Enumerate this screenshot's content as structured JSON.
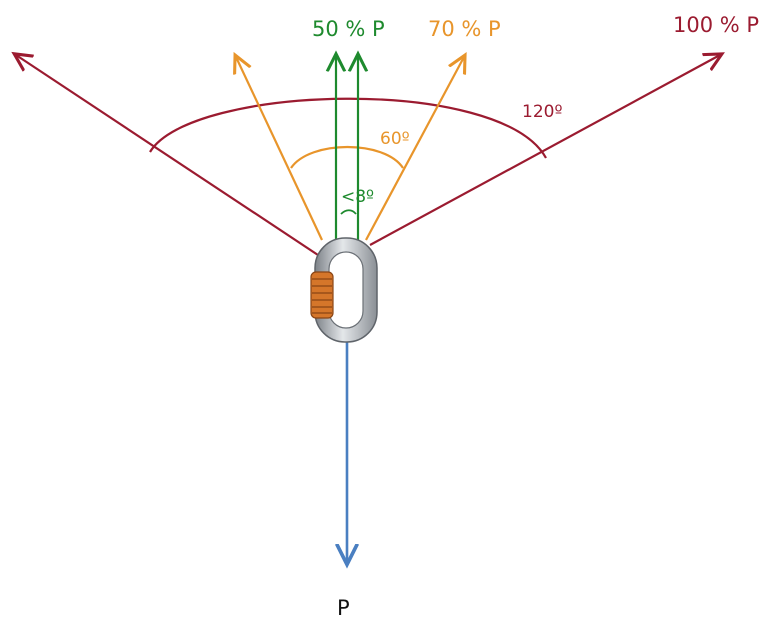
{
  "colors": {
    "red": "#9b1b30",
    "orange": "#e8952b",
    "green": "#1e8a2e",
    "blue": "#4a7fc1",
    "black": "#111111",
    "carabiner_body": "#b8bcc2",
    "carabiner_gate": "#d5762a"
  },
  "labels": {
    "red_force": "100 % P",
    "orange_force": "70 % P",
    "green_force": "50 % P",
    "angle_red": "120º",
    "angle_orange": "60º",
    "angle_green": "<8º",
    "load": "P"
  },
  "icons": {
    "carabiner": "carabiner-icon"
  }
}
